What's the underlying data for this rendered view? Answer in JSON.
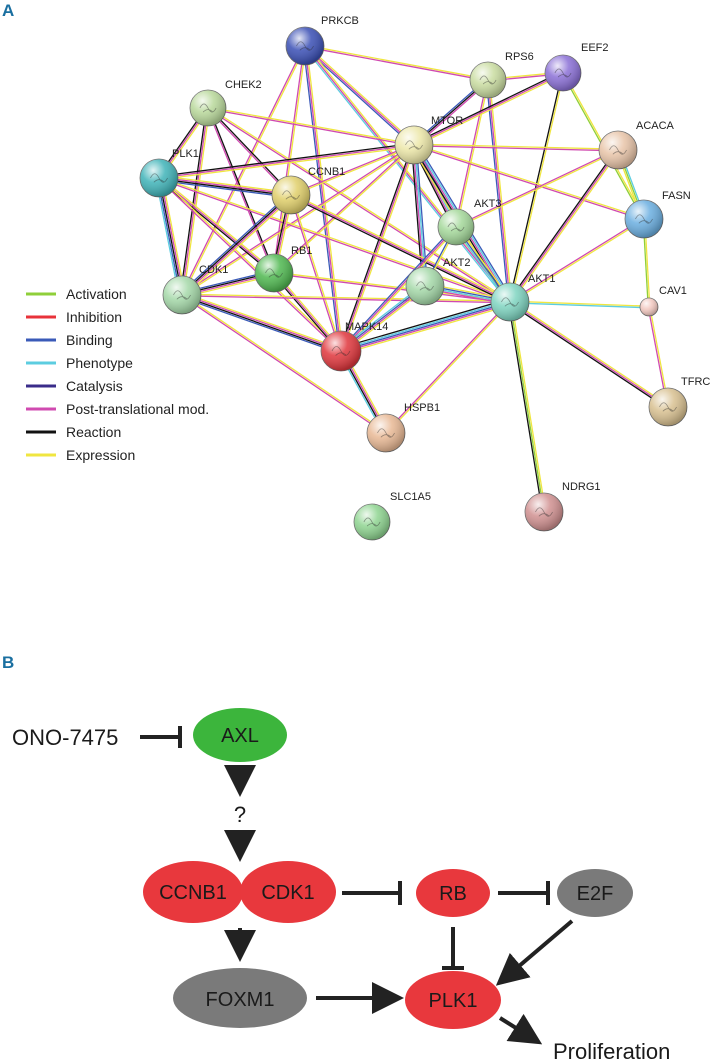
{
  "panel_a": {
    "letter": "A",
    "nodes": [
      {
        "id": "PRKCB",
        "label": "PRKCB",
        "color": "#3a4fb5"
      },
      {
        "id": "EEF2",
        "label": "EEF2",
        "color": "#8a6fd6"
      },
      {
        "id": "RPS6",
        "label": "RPS6",
        "color": "#c9dca0"
      },
      {
        "id": "CHEK2",
        "label": "CHEK2",
        "color": "#b8d89a"
      },
      {
        "id": "MTOR",
        "label": "MTOR",
        "color": "#ece7a8"
      },
      {
        "id": "ACACA",
        "label": "ACACA",
        "color": "#e8c4a8"
      },
      {
        "id": "PLK1",
        "label": "PLK1",
        "color": "#3fb3b8"
      },
      {
        "id": "CCNB1",
        "label": "CCNB1",
        "color": "#e0cf6a"
      },
      {
        "id": "FASN",
        "label": "FASN",
        "color": "#6aaee0"
      },
      {
        "id": "AKT3",
        "label": "AKT3",
        "color": "#a4d89a"
      },
      {
        "id": "RB1",
        "label": "RB1",
        "color": "#4fb850"
      },
      {
        "id": "AKT2",
        "label": "AKT2",
        "color": "#a4d8a8"
      },
      {
        "id": "CDK1",
        "label": "CDK1",
        "color": "#a4d8a8"
      },
      {
        "id": "AKT1",
        "label": "AKT1",
        "color": "#7ed4c0"
      },
      {
        "id": "CAV1",
        "label": "CAV1",
        "color": "#f2c8c0"
      },
      {
        "id": "MAPK14",
        "label": "MAPK14",
        "color": "#e0363c"
      },
      {
        "id": "TFRC",
        "label": "TFRC",
        "color": "#d8c090"
      },
      {
        "id": "HSPB1",
        "label": "HSPB1",
        "color": "#e8b894"
      },
      {
        "id": "SLC1A5",
        "label": "SLC1A5",
        "color": "#8ed490"
      },
      {
        "id": "NDRG1",
        "label": "NDRG1",
        "color": "#d09090"
      }
    ],
    "legend": [
      {
        "label": "Activation",
        "color": "#8fcf3a"
      },
      {
        "label": "Inhibition",
        "color": "#e8323a"
      },
      {
        "label": "Binding",
        "color": "#3a5ab8"
      },
      {
        "label": "Phenotype",
        "color": "#5ccde0"
      },
      {
        "label": "Catalysis",
        "color": "#3a2c8a"
      },
      {
        "label": "Post-translational mod.",
        "color": "#d04ab0"
      },
      {
        "label": "Reaction",
        "color": "#111111"
      },
      {
        "label": "Expression",
        "color": "#f0e640"
      }
    ]
  },
  "panel_b": {
    "letter": "B",
    "drug": "ONO-7475",
    "question": "?",
    "output": "Proliferation",
    "nodes": [
      {
        "id": "AXL",
        "label": "AXL",
        "color": "#3cb53c"
      },
      {
        "id": "CCNB1",
        "label": "CCNB1",
        "color": "#e8383d"
      },
      {
        "id": "CDK1",
        "label": "CDK1",
        "color": "#e8383d"
      },
      {
        "id": "RB",
        "label": "RB",
        "color": "#e8383d"
      },
      {
        "id": "E2F",
        "label": "E2F",
        "color": "#7a7a7a"
      },
      {
        "id": "FOXM1",
        "label": "FOXM1",
        "color": "#7a7a7a"
      },
      {
        "id": "PLK1",
        "label": "PLK1",
        "color": "#e8383d"
      }
    ]
  }
}
